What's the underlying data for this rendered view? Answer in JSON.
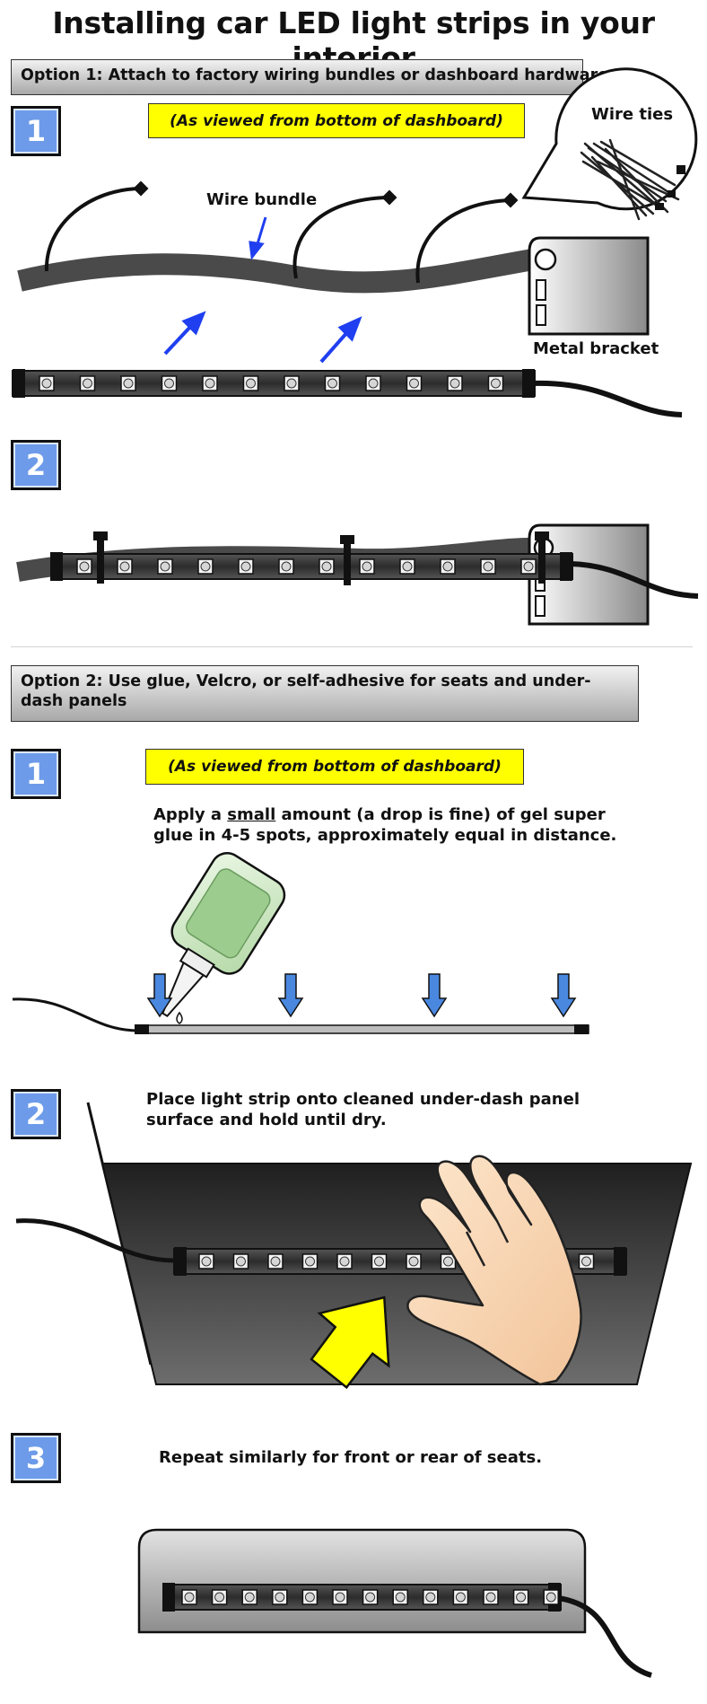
{
  "title": "Installing car LED light strips in your interior",
  "option1": {
    "header": "Option 1: Attach to factory wiring bundles or dashboard hardware",
    "step1": {
      "number": "1",
      "note": "(As viewed from bottom of dashboard)"
    },
    "labels": {
      "wire_bundle": "Wire bundle",
      "wire_ties": "Wire ties",
      "metal_bracket": "Metal bracket"
    },
    "step2": {
      "number": "2"
    }
  },
  "option2": {
    "header": "Option 2: Use glue, Velcro, or self-adhesive for seats and under-dash panels",
    "step1": {
      "number": "1",
      "note": "(As viewed from bottom of dashboard)",
      "text_before": "Apply a ",
      "text_emphasis": "small",
      "text_after": " amount (a drop is fine) of gel super glue in 4-5 spots, approximately equal in distance."
    },
    "step2": {
      "number": "2",
      "text": "Place light strip onto cleaned under-dash panel surface and hold until dry."
    },
    "step3": {
      "number": "3",
      "text": "Repeat similarly for front or rear of seats."
    }
  },
  "colors": {
    "badge": "#6d9be9",
    "note_bg": "#ffff00",
    "arrow_blue": "#1f3ff0",
    "arrow_yellow": "#ffff00",
    "glue_arrow": "#4a88e0"
  }
}
